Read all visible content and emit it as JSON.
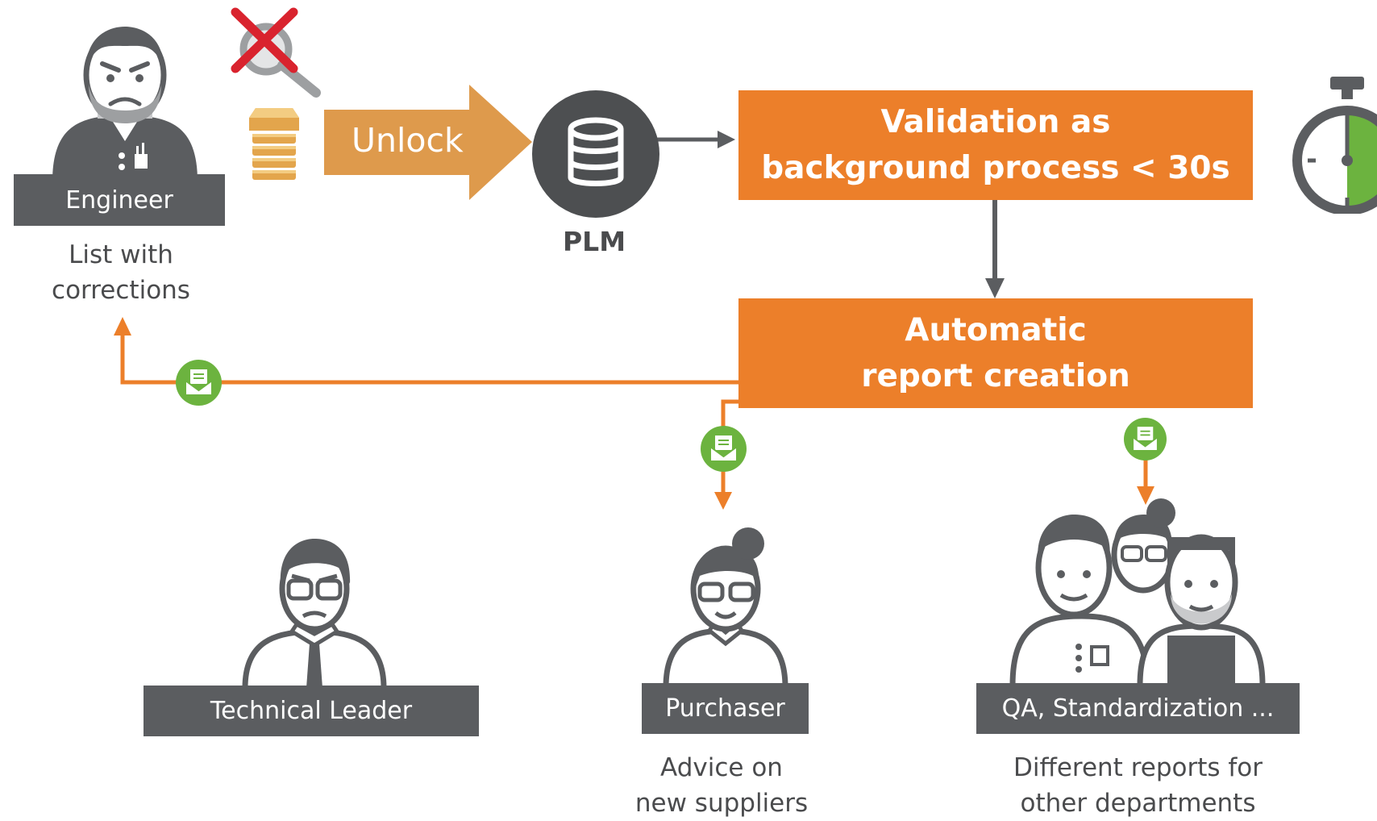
{
  "engineer": {
    "label": "Engineer",
    "caption_line1": "List with",
    "caption_line2": "corrections"
  },
  "unlock_label": "Unlock",
  "plm_label": "PLM",
  "validation": {
    "line1": "Validation as",
    "line2": "background process < 30s"
  },
  "report": {
    "line1": "Automatic",
    "line2": "report creation"
  },
  "technical_leader": {
    "label": "Technical Leader"
  },
  "purchaser": {
    "label": "Purchaser",
    "caption_line1": "Advice on",
    "caption_line2": "new suppliers"
  },
  "qa": {
    "label": "QA, Standardization ...",
    "caption_line1": "Different reports for",
    "caption_line2": "other departments"
  },
  "colors": {
    "orange": "#ec7f2a",
    "light_orange": "#de9a4c",
    "dark_gray": "#5b5d60",
    "green": "#6cb33f",
    "red": "#d9232e"
  },
  "icons": [
    "no-search-icon",
    "part-icon",
    "database-icon",
    "stopwatch-icon",
    "mail-icon"
  ]
}
